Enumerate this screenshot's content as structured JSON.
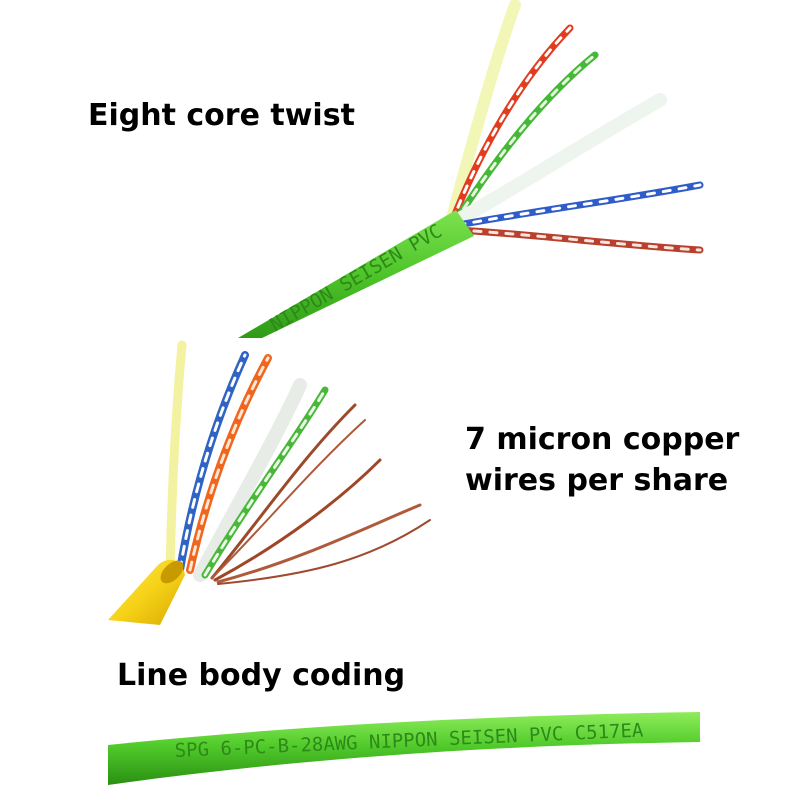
{
  "captions": {
    "eight_core": "Eight core twist",
    "copper_line1": "7 micron copper",
    "copper_line2": "wires per share",
    "line_coding": "Line body coding"
  },
  "cable_prints": {
    "top": "NIPPON SEISEN PVC",
    "bottom": "SPG 6-PC-B-28AWG NIPPON SEISEN PVC C517EA"
  },
  "colors": {
    "green_jacket": "#4ec52a",
    "yellow_jacket": "#f6d318",
    "print_ink": "#2e8a18"
  }
}
